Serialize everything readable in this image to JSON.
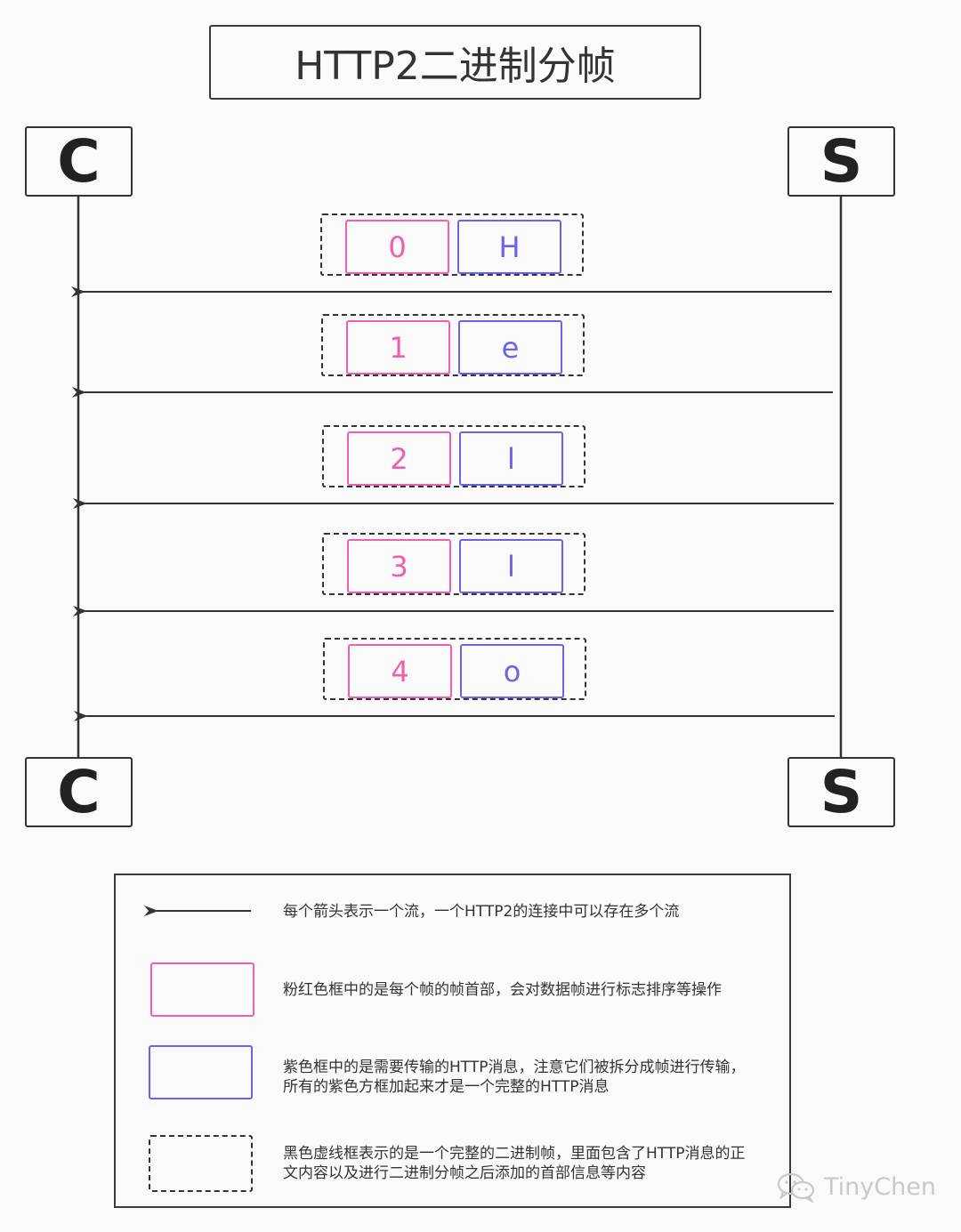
{
  "title": "HTTP2二进制分帧",
  "client_label": "C",
  "server_label": "S",
  "frames": [
    {
      "head": "0",
      "payload": "H"
    },
    {
      "head": "1",
      "payload": "e"
    },
    {
      "head": "2",
      "payload": "l"
    },
    {
      "head": "3",
      "payload": "l"
    },
    {
      "head": "4",
      "payload": "o"
    }
  ],
  "legend": {
    "arrow": "每个箭头表示一个流，一个HTTP2的连接中可以存在多个流",
    "pink_box": "粉红色框中的是每个帧的帧首部，会对数据帧进行标志排序等操作",
    "purple_box": "紫色框中的是需要传输的HTTP消息，注意它们被拆分成帧进行传输，所有的紫色方框加起来才是一个完整的HTTP消息",
    "dashed_box": "黑色虚线框表示的是一个完整的二进制帧，里面包含了HTTP消息的正文内容以及进行二进制分帧之后添加的首部信息等内容"
  },
  "watermark": "TinyChen",
  "colors": {
    "pink": "#f05fa8",
    "purple": "#6a63e8",
    "line": "#333333",
    "watermark": "#c9c9c9"
  },
  "icons": {
    "watermark_icon": "wechat-icon"
  }
}
